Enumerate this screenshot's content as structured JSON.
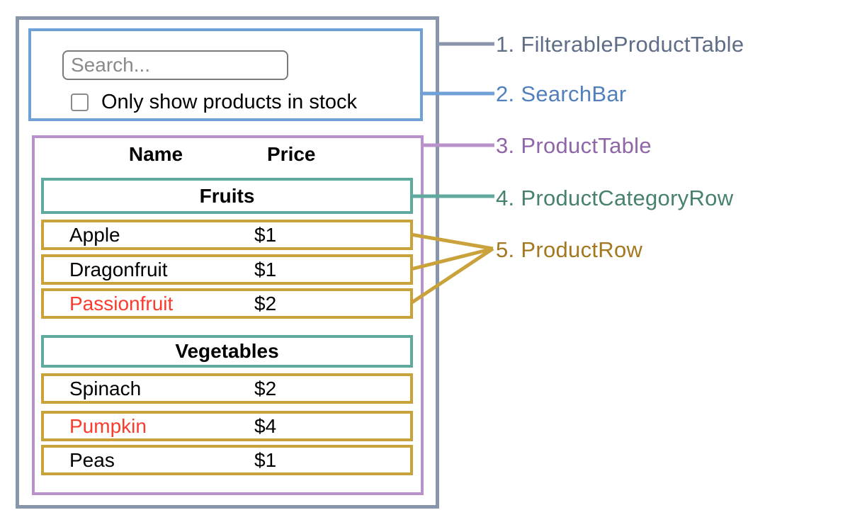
{
  "searchbar": {
    "input_placeholder": "Search...",
    "checkbox_label": "Only show products in stock"
  },
  "product_table": {
    "header": {
      "name": "Name",
      "price": "Price"
    },
    "sections": [
      {
        "category": "Fruits",
        "rows": [
          {
            "name": "Apple",
            "price": "$1",
            "in_stock": true
          },
          {
            "name": "Dragonfruit",
            "price": "$1",
            "in_stock": true
          },
          {
            "name": "Passionfruit",
            "price": "$2",
            "in_stock": false
          }
        ]
      },
      {
        "category": "Vegetables",
        "rows": [
          {
            "name": "Spinach",
            "price": "$2",
            "in_stock": true
          },
          {
            "name": "Pumpkin",
            "price": "$4",
            "in_stock": false
          },
          {
            "name": "Peas",
            "price": "$1",
            "in_stock": true
          }
        ]
      }
    ]
  },
  "legend": [
    {
      "label": "1. FilterableProductTable",
      "color": "#5f6e86"
    },
    {
      "label": "2. SearchBar",
      "color": "#5180bd"
    },
    {
      "label": "3. ProductTable",
      "color": "#8f66a8"
    },
    {
      "label": "4. ProductCategoryRow",
      "color": "#47806f"
    },
    {
      "label": "5. ProductRow",
      "color": "#a3781e"
    }
  ],
  "colors": {
    "outer_border": "#8895ab",
    "searchbar_border": "#6fa0d6",
    "product_table_border": "#b991cb",
    "category_row_border": "#5fa99e",
    "product_row_border": "#c9a23b",
    "out_of_stock_text": "#fa3b2d"
  }
}
